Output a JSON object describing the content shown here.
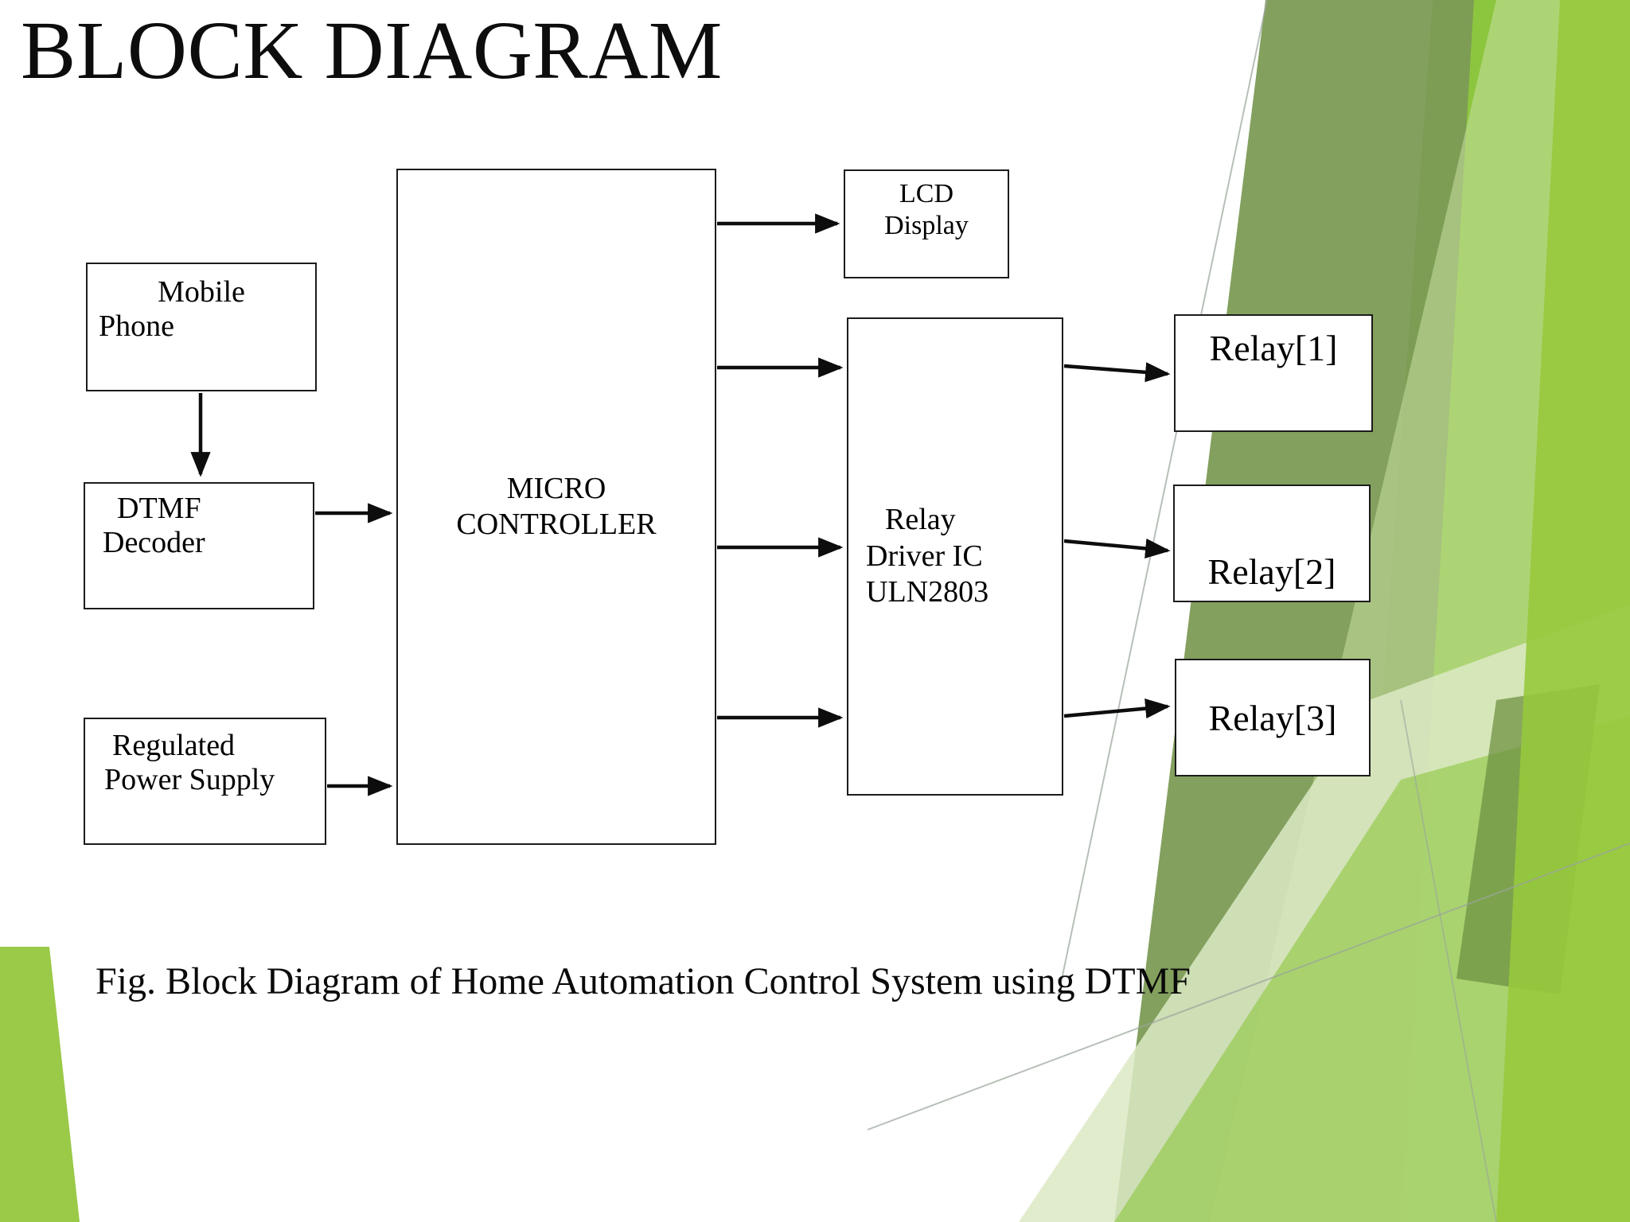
{
  "slide": {
    "title": "BLOCK DIAGRAM",
    "caption": "Fig. Block Diagram of Home Automation Control System using DTMF",
    "background_color": "#FFFFFF"
  },
  "theme": {
    "accent_green_bright": "#9ACA48",
    "accent_green_olive": "#7C9B55",
    "accent_green_mid": "#8CC63E",
    "accent_green_pale": "#DCE9C4",
    "accent_green_light": "#C3DE97",
    "accent_green_dark": "#6F9142",
    "line_color": "#1C1C1C",
    "text_color": "#000000"
  },
  "diagram": {
    "type": "block-diagram",
    "nodes": [
      {
        "id": "mobile-phone",
        "lines": [
          "Mobile",
          "Phone"
        ]
      },
      {
        "id": "dtmf-decoder",
        "lines": [
          "DTMF",
          "Decoder"
        ]
      },
      {
        "id": "power-supply",
        "lines": [
          "Regulated",
          "Power Supply"
        ]
      },
      {
        "id": "micro-controller",
        "lines": [
          "MICRO",
          "CONTROLLER"
        ]
      },
      {
        "id": "lcd-display",
        "lines": [
          "LCD",
          "Display"
        ]
      },
      {
        "id": "relay-driver",
        "lines": [
          "Relay",
          "Driver IC",
          "ULN2803"
        ]
      },
      {
        "id": "relay-1",
        "lines": [
          "Relay[1]"
        ]
      },
      {
        "id": "relay-2",
        "lines": [
          "Relay[2]"
        ]
      },
      {
        "id": "relay-3",
        "lines": [
          "Relay[3]"
        ]
      }
    ],
    "edges": [
      {
        "from": "mobile-phone",
        "to": "dtmf-decoder",
        "direction": "down"
      },
      {
        "from": "dtmf-decoder",
        "to": "micro-controller",
        "direction": "right"
      },
      {
        "from": "power-supply",
        "to": "micro-controller",
        "direction": "right"
      },
      {
        "from": "micro-controller",
        "to": "lcd-display",
        "direction": "right"
      },
      {
        "from": "micro-controller",
        "to": "relay-driver",
        "direction": "right"
      },
      {
        "from": "micro-controller",
        "to": "relay-driver",
        "direction": "right"
      },
      {
        "from": "micro-controller",
        "to": "relay-driver",
        "direction": "right"
      },
      {
        "from": "relay-driver",
        "to": "relay-1",
        "direction": "right"
      },
      {
        "from": "relay-driver",
        "to": "relay-2",
        "direction": "right"
      },
      {
        "from": "relay-driver",
        "to": "relay-3",
        "direction": "right"
      }
    ]
  }
}
